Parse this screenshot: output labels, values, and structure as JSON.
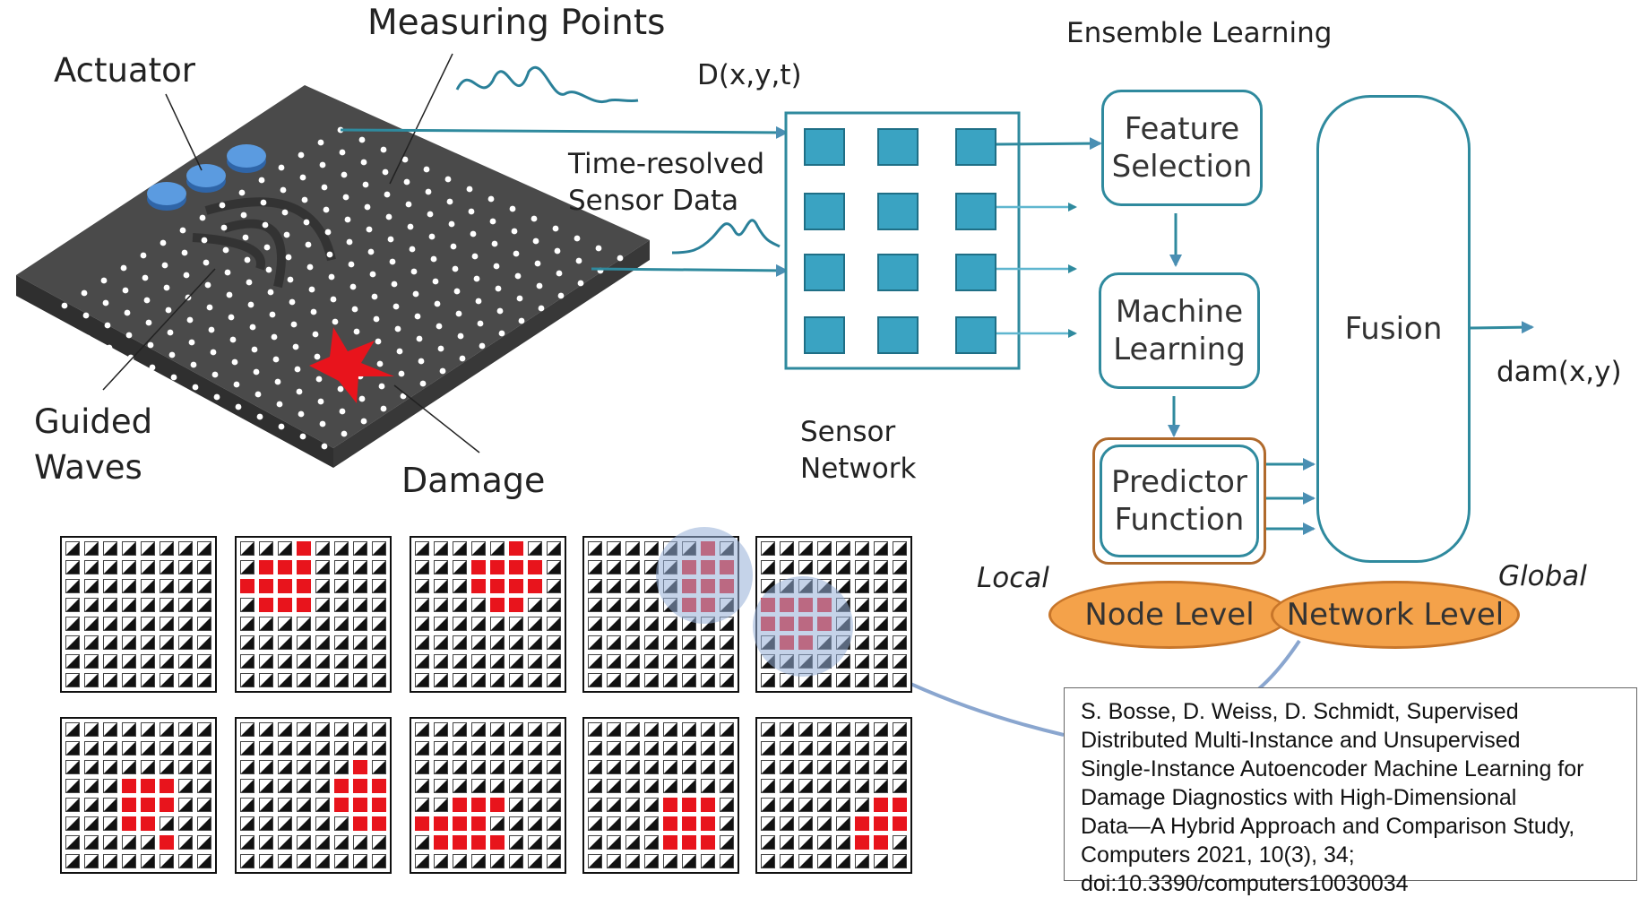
{
  "labels": {
    "measuring_points": "Measuring Points",
    "actuator": "Actuator",
    "guided_waves": "Guided\nWaves",
    "damage": "Damage",
    "signal": "D(x,y,t)",
    "time_resolved": "Time-resolved\nSensor Data",
    "sensor_network": "Sensor\nNetwork",
    "ensemble_learning": "Ensemble Learning",
    "output": "dam(x,y)",
    "local": "Local",
    "global": "Global"
  },
  "boxes": {
    "feature_selection": "Feature\nSelection",
    "machine_learning": "Machine\nLearning",
    "predictor_function": "Predictor\nFunction",
    "fusion": "Fusion"
  },
  "levels": {
    "node": "Node Level",
    "network": "Network Level"
  },
  "reference": "S. Bosse, D. Weiss, D. Schmidt, Supervised\nDistributed Multi-Instance and Unsupervised\nSingle-Instance Autoencoder Machine Learning for\nDamage Diagnostics with High-Dimensional\nData—A Hybrid Approach and Comparison Study,\nComputers 2021, 10(3), 34;\ndoi:10.3390/computers10030034",
  "colors": {
    "accent": "#2f8a9e",
    "sensor_fill": "#3aa3c2",
    "damage": "#e8141c",
    "level_fill": "#f4a24a",
    "highlight": "#96afd7"
  },
  "damage_maps": [
    [],
    [
      [
        0,
        3
      ],
      [
        1,
        1
      ],
      [
        1,
        2
      ],
      [
        1,
        3
      ],
      [
        2,
        0
      ],
      [
        2,
        1
      ],
      [
        2,
        2
      ],
      [
        2,
        3
      ],
      [
        3,
        1
      ],
      [
        3,
        2
      ],
      [
        3,
        3
      ]
    ],
    [
      [
        0,
        5
      ],
      [
        1,
        3
      ],
      [
        1,
        4
      ],
      [
        1,
        5
      ],
      [
        1,
        6
      ],
      [
        2,
        3
      ],
      [
        2,
        4
      ],
      [
        2,
        5
      ],
      [
        2,
        6
      ],
      [
        3,
        4
      ],
      [
        3,
        5
      ]
    ],
    [
      [
        0,
        6
      ],
      [
        1,
        5
      ],
      [
        1,
        6
      ],
      [
        1,
        7
      ],
      [
        2,
        5
      ],
      [
        2,
        6
      ],
      [
        2,
        7
      ],
      [
        3,
        5
      ],
      [
        3,
        6
      ]
    ],
    [
      [
        3,
        0
      ],
      [
        3,
        1
      ],
      [
        3,
        2
      ],
      [
        3,
        3
      ],
      [
        4,
        0
      ],
      [
        4,
        1
      ],
      [
        4,
        2
      ],
      [
        4,
        3
      ],
      [
        5,
        1
      ],
      [
        5,
        2
      ]
    ],
    [
      [
        3,
        3
      ],
      [
        3,
        4
      ],
      [
        3,
        5
      ],
      [
        4,
        3
      ],
      [
        4,
        4
      ],
      [
        4,
        5
      ],
      [
        5,
        3
      ],
      [
        5,
        4
      ],
      [
        6,
        5
      ]
    ],
    [
      [
        2,
        6
      ],
      [
        3,
        5
      ],
      [
        3,
        6
      ],
      [
        3,
        7
      ],
      [
        4,
        5
      ],
      [
        4,
        6
      ],
      [
        4,
        7
      ],
      [
        5,
        6
      ],
      [
        5,
        7
      ]
    ],
    [
      [
        4,
        2
      ],
      [
        4,
        3
      ],
      [
        4,
        4
      ],
      [
        5,
        0
      ],
      [
        5,
        1
      ],
      [
        5,
        2
      ],
      [
        5,
        3
      ],
      [
        6,
        1
      ],
      [
        6,
        2
      ],
      [
        6,
        3
      ],
      [
        6,
        4
      ]
    ],
    [
      [
        4,
        4
      ],
      [
        4,
        5
      ],
      [
        4,
        6
      ],
      [
        5,
        4
      ],
      [
        5,
        5
      ],
      [
        5,
        6
      ],
      [
        6,
        4
      ],
      [
        6,
        5
      ],
      [
        6,
        6
      ]
    ],
    [
      [
        4,
        6
      ],
      [
        4,
        7
      ],
      [
        5,
        5
      ],
      [
        5,
        6
      ],
      [
        5,
        7
      ],
      [
        6,
        5
      ],
      [
        6,
        6
      ]
    ]
  ]
}
